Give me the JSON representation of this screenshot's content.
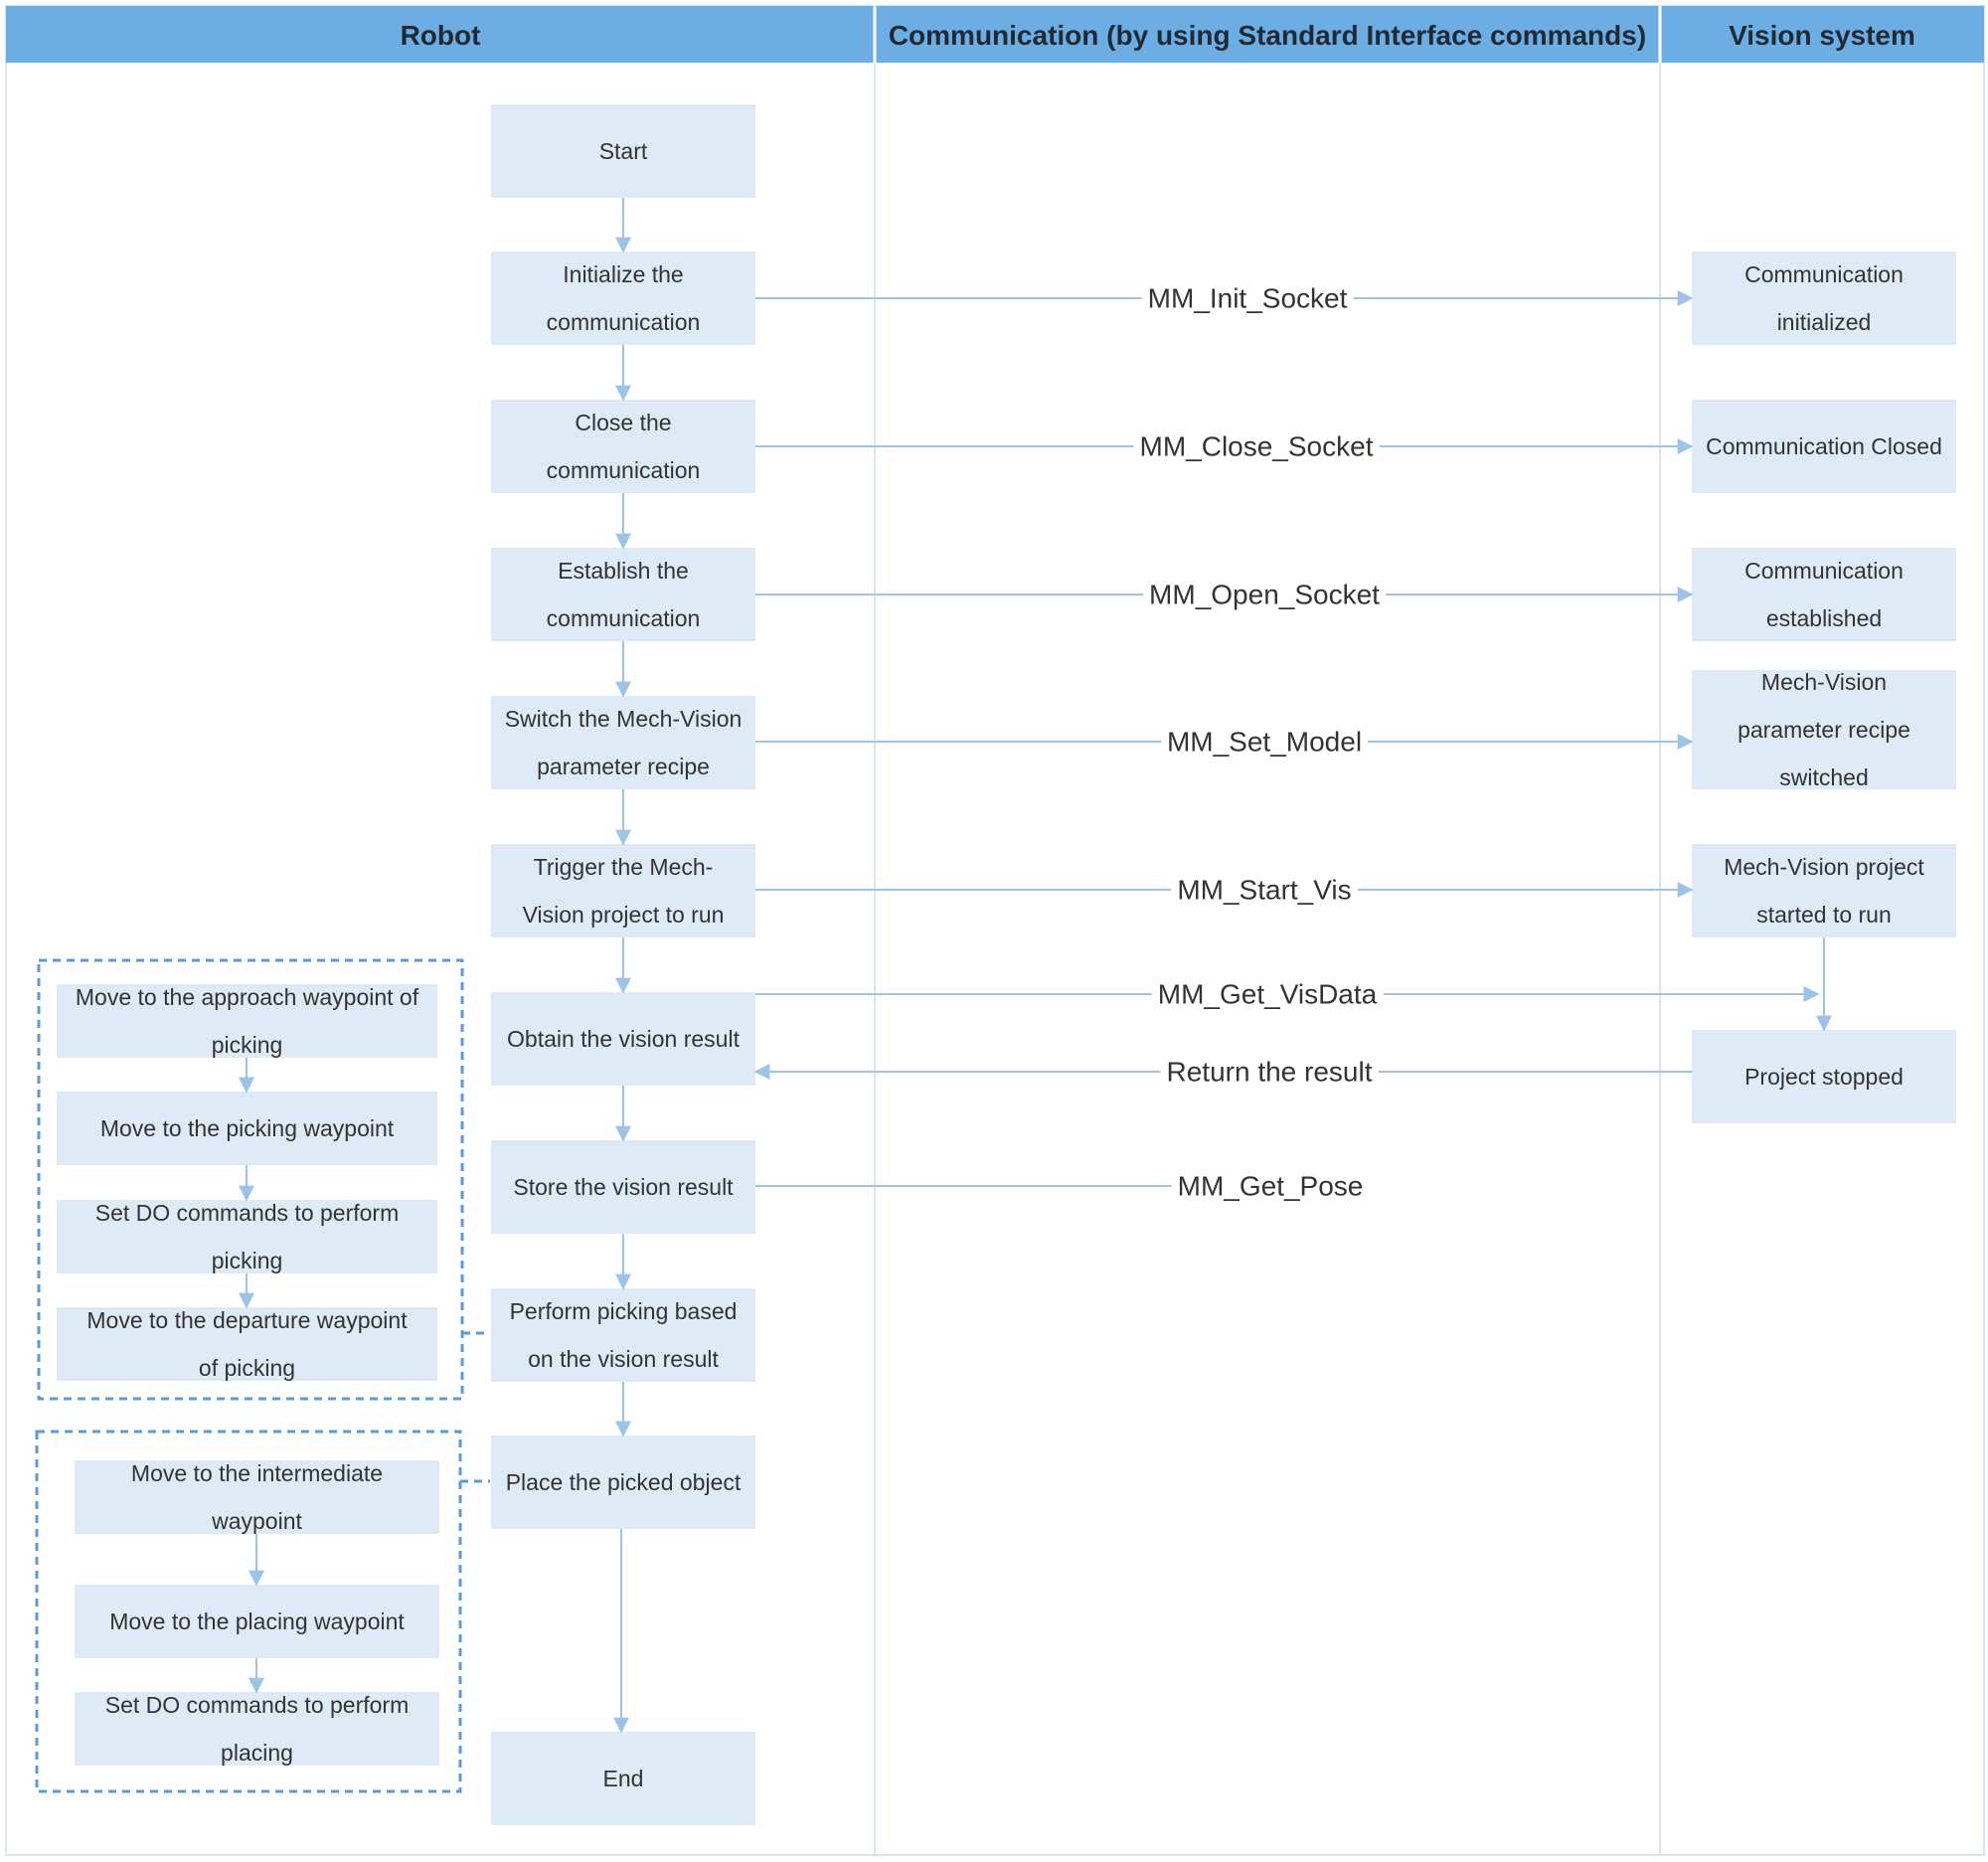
{
  "headers": {
    "robot": "Robot",
    "communication": "Communication (by using Standard Interface commands)",
    "vision": "Vision system"
  },
  "robot_steps": {
    "start": [
      "Start"
    ],
    "init": [
      "Initialize the",
      "communication"
    ],
    "close": [
      "Close the",
      "communication"
    ],
    "establish": [
      "Establish the",
      "communication"
    ],
    "switch": [
      "Switch the Mech-Vision",
      "parameter recipe"
    ],
    "trigger": [
      "Trigger the Mech-",
      "Vision project to run"
    ],
    "obtain": [
      "Obtain the vision result"
    ],
    "store": [
      "Store the vision result"
    ],
    "perform": [
      "Perform picking based",
      "on the vision result"
    ],
    "place": [
      "Place the picked object"
    ],
    "end": [
      "End"
    ]
  },
  "picking_substeps": {
    "approach": [
      "Move to the approach waypoint of",
      "picking"
    ],
    "pickwp": [
      "Move to the picking waypoint"
    ],
    "setdo": [
      "Set DO commands to perform",
      "picking"
    ],
    "departure": [
      "Move to the departure waypoint",
      "of picking"
    ]
  },
  "placing_substeps": {
    "intermediate": [
      "Move to the intermediate",
      "waypoint"
    ],
    "placewp": [
      "Move to the placing waypoint"
    ],
    "setdo": [
      "Set DO commands to perform",
      "placing"
    ]
  },
  "vision_states": {
    "initialized": [
      "Communication",
      "initialized"
    ],
    "closed": [
      "Communication Closed"
    ],
    "established": [
      "Communication",
      "established"
    ],
    "switched": [
      "Mech-Vision",
      "parameter recipe",
      "switched"
    ],
    "started": [
      "Mech-Vision project",
      "started to run"
    ],
    "stopped": [
      "Project stopped"
    ]
  },
  "commands": {
    "init": "MM_Init_Socket",
    "close": "MM_Close_Socket",
    "open": "MM_Open_Socket",
    "set_model": "MM_Set_Model",
    "start_vis": "MM_Start_Vis",
    "get_visdata": "MM_Get_VisData",
    "return_result": "Return the result",
    "get_pose": "MM_Get_Pose"
  },
  "colors": {
    "header_bg": "#6caee3",
    "box_bg": "#deebf7",
    "line": "#9dc3e6",
    "dashed_group": "#5b9bd5"
  }
}
